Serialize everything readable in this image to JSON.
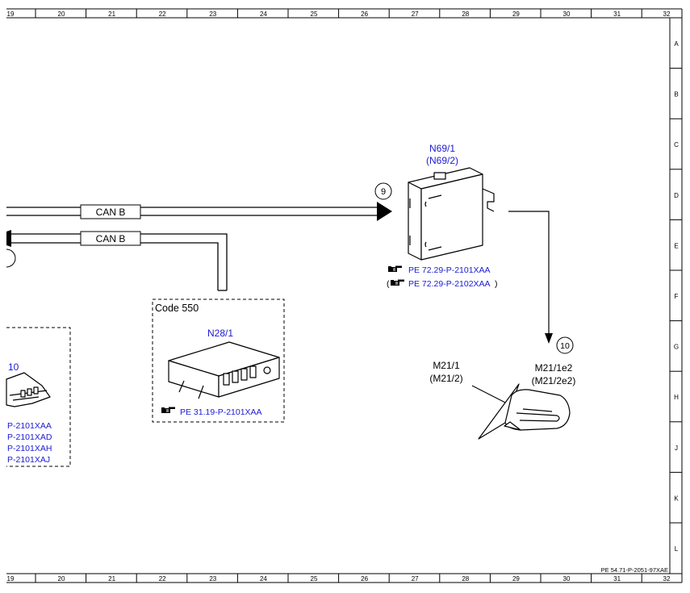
{
  "grid": {
    "columns": [
      "19",
      "20",
      "21",
      "22",
      "23",
      "24",
      "25",
      "26",
      "27",
      "28",
      "29",
      "30",
      "31",
      "32"
    ],
    "rows": [
      "A",
      "B",
      "C",
      "D",
      "E",
      "F",
      "G",
      "H",
      "J",
      "K",
      "L"
    ]
  },
  "bus": {
    "upper_label": "CAN B",
    "lower_label": "CAN B"
  },
  "connectors": {
    "to_module": "9",
    "to_mirror": "10"
  },
  "module_n69": {
    "label": "N69/1",
    "alt_label": "(N69/2)",
    "ref1": "PE 72.29-P-2101XAA",
    "ref2_open": "(",
    "ref2": "PE 72.29-P-2102XAA",
    "ref2_close": ")"
  },
  "module_n28": {
    "code": "Code 550",
    "label": "N28/1",
    "ref": "PE 31.19-P-2101XAA"
  },
  "left_module": {
    "label_fragment": "10",
    "refs": [
      "P-2101XAA",
      "P-2101XAD",
      "P-2101XAH",
      "P-2101XAJ"
    ]
  },
  "mirror": {
    "label": "M21/1",
    "alt_label": "(M21/2)",
    "component": "M21/1e2",
    "alt_component": "(M21/2e2)"
  },
  "footer": {
    "doc_id": "PE 54.71-P-2051-97XAE"
  },
  "colors": {
    "label_blue": "#1a1ad6",
    "line": "#000000",
    "background": "#ffffff"
  },
  "icons": {
    "reference": "pointing-hand-icon"
  }
}
